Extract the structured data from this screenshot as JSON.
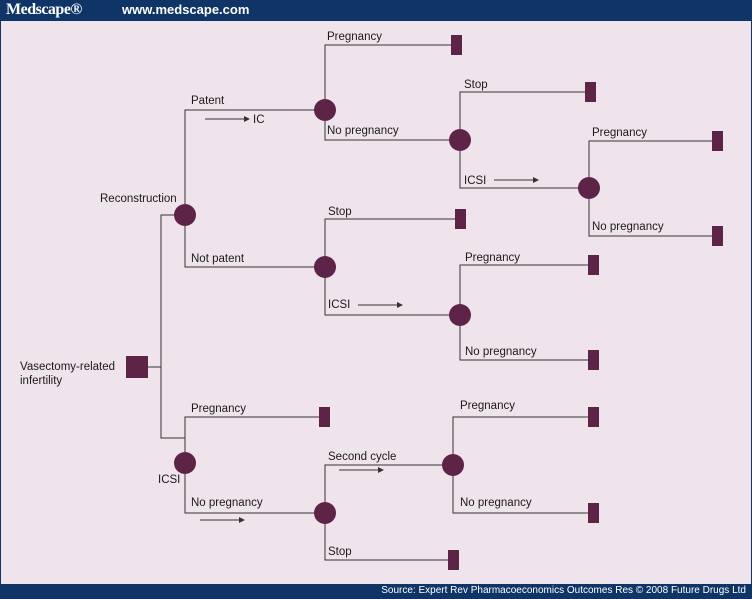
{
  "header": {
    "logo": "Medscape®",
    "url": "www.medscape.com"
  },
  "footer": {
    "source": "Source: Expert Rev Pharmacoeconomics Outcomes Res © 2008 Future Drugs Ltd"
  },
  "diagram": {
    "colors": {
      "node": "#5e2448",
      "line": "#333333",
      "background": "#f0e4ec",
      "bar": "#0e3566"
    },
    "labels": {
      "root": [
        "Vasectomy-related",
        "infertility"
      ],
      "reconstruction": "Reconstruction",
      "patent": "Patent",
      "ic": "IC",
      "not_patent": "Not patent",
      "pregnancy_1": "Pregnancy",
      "no_pregnancy_1": "No pregnancy",
      "stop_1": "Stop",
      "icsi_1": "ICSI",
      "pregnancy_2": "Pregnancy",
      "no_pregnancy_2": "No pregnancy",
      "stop_2": "Stop",
      "icsi_2": "ICSI",
      "pregnancy_3": "Pregnancy",
      "no_pregnancy_3": "No pregnancy",
      "icsi_root": "ICSI",
      "pregnancy_4": "Pregnancy",
      "no_pregnancy_4": "No pregnancy",
      "second_cycle": "Second cycle",
      "stop_3": "Stop",
      "pregnancy_5": "Pregnancy",
      "no_pregnancy_5": "No pregnancy"
    }
  }
}
